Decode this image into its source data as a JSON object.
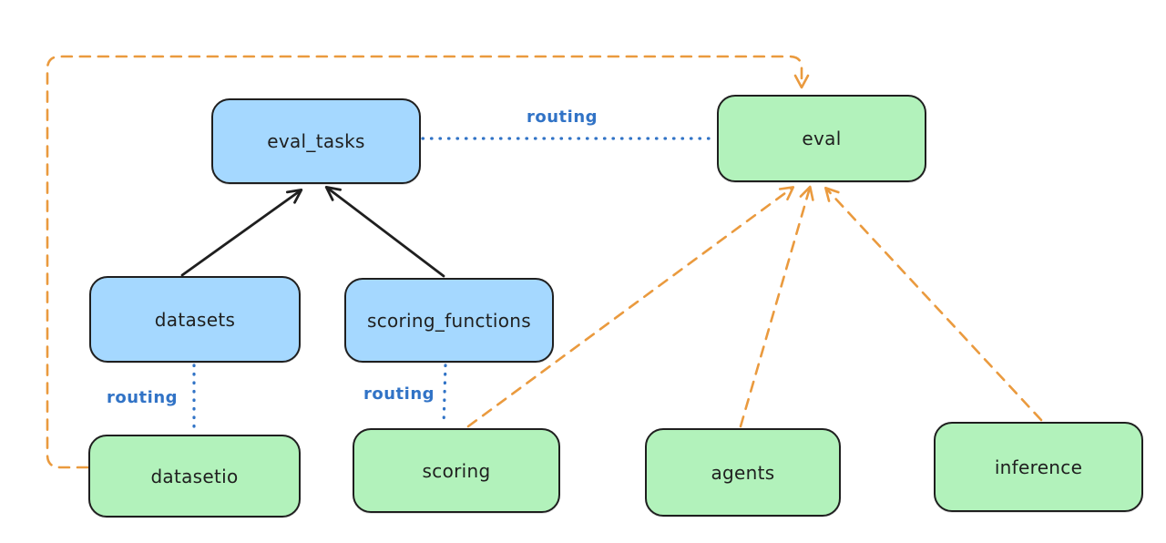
{
  "diagram": {
    "type": "architecture-diagram",
    "style": "hand-drawn"
  },
  "nodes": {
    "eval_tasks": {
      "label": "eval_tasks",
      "fill": "blue"
    },
    "eval": {
      "label": "eval",
      "fill": "green"
    },
    "datasets": {
      "label": "datasets",
      "fill": "blue"
    },
    "scoring_functions": {
      "label": "scoring_functions",
      "fill": "blue"
    },
    "datasetio": {
      "label": "datasetio",
      "fill": "green"
    },
    "scoring": {
      "label": "scoring",
      "fill": "green"
    },
    "agents": {
      "label": "agents",
      "fill": "green"
    },
    "inference": {
      "label": "inference",
      "fill": "green"
    }
  },
  "edges": [
    {
      "from": "datasets",
      "to": "eval_tasks",
      "style": "solid-arrow",
      "color": "black"
    },
    {
      "from": "scoring_functions",
      "to": "eval_tasks",
      "style": "solid-arrow",
      "color": "black"
    },
    {
      "from": "eval_tasks",
      "to": "eval",
      "style": "dotted-line",
      "color": "blue",
      "label": "routing"
    },
    {
      "from": "datasets",
      "to": "datasetio",
      "style": "dotted-line",
      "color": "blue",
      "label": "routing"
    },
    {
      "from": "scoring_functions",
      "to": "scoring",
      "style": "dotted-line",
      "color": "blue",
      "label": "routing"
    },
    {
      "from": "datasetio",
      "to": "eval",
      "style": "dashed-arrow",
      "color": "orange"
    },
    {
      "from": "scoring",
      "to": "eval",
      "style": "dashed-arrow",
      "color": "orange"
    },
    {
      "from": "agents",
      "to": "eval",
      "style": "dashed-arrow",
      "color": "orange"
    },
    {
      "from": "inference",
      "to": "eval",
      "style": "dashed-arrow",
      "color": "orange"
    }
  ],
  "colors": {
    "background": "#ffffff",
    "node_stroke": "#1f1f1f",
    "node_text": "#1f1f1f",
    "blue_fill": "#a5d8ff",
    "green_fill": "#b2f2bb",
    "routing_blue": "#3173c6",
    "orange": "#ea9a3e",
    "black_arrow": "#1f1f1f"
  }
}
